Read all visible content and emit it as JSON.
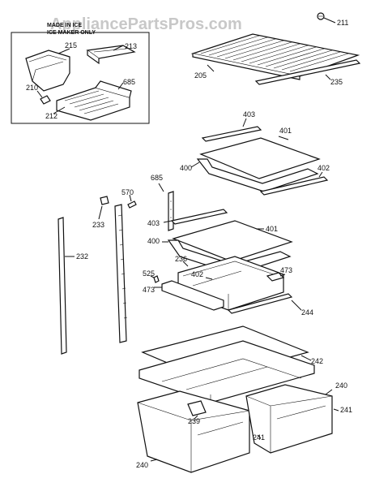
{
  "watermark": "AppliancePartsPros.com",
  "inset": {
    "title_line1": "MADE IN ICE",
    "title_line2": "ICE MAKER ONLY"
  },
  "labels": {
    "p211": "211",
    "p205": "205",
    "p235": "235",
    "p215": "215",
    "p213": "213",
    "p685a": "685",
    "p210": "210",
    "p212": "212",
    "p403a": "403",
    "p401a": "401",
    "p402a": "402",
    "p400a": "400",
    "p685b": "685",
    "p570": "570",
    "p233": "233",
    "p403b": "403",
    "p401b": "401",
    "p400b": "400",
    "p232": "232",
    "p525": "525",
    "p473a": "473",
    "p236": "236",
    "p402b": "402",
    "p473b": "473",
    "p244": "244",
    "p242": "242",
    "p240a": "240",
    "p241a": "241",
    "p239": "239",
    "p241b": "241",
    "p240b": "240"
  }
}
